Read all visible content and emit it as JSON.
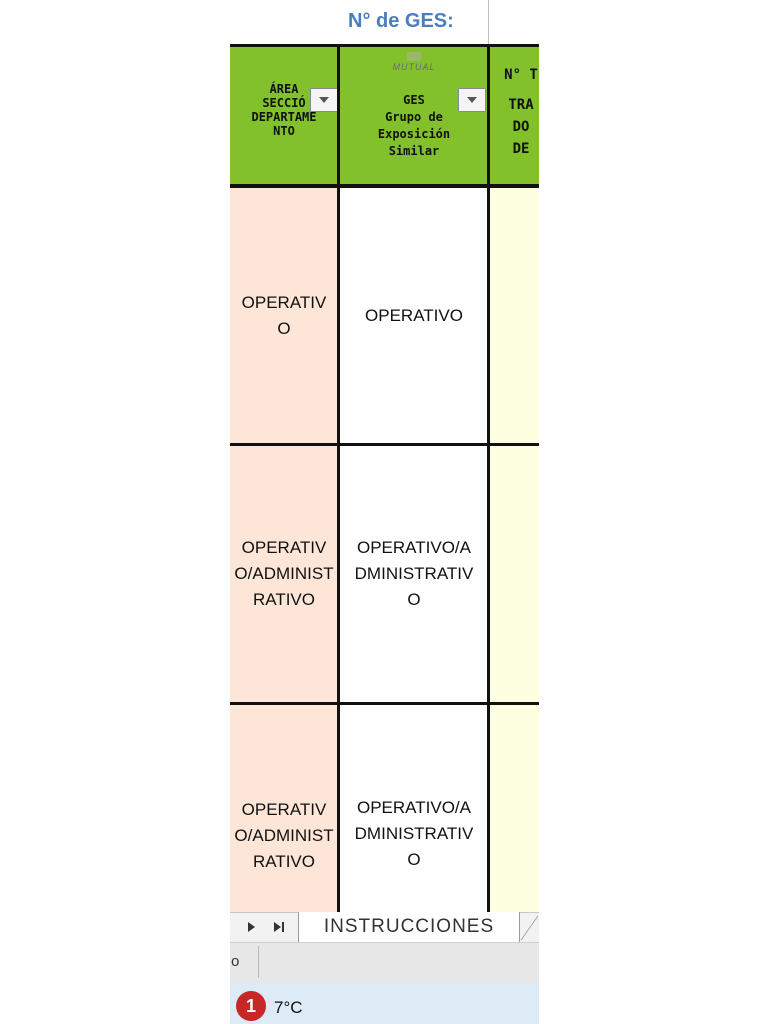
{
  "title": {
    "ges_label": "N° de GES:"
  },
  "columns": {
    "area": {
      "header_lines": [
        "ÁREA",
        "SECCIÓ",
        "DEPARTAME",
        "NTO"
      ]
    },
    "ges": {
      "logo_text": "MUTUAL",
      "header_lines": [
        "GES",
        "Grupo de",
        "Exposición",
        "Similar"
      ]
    },
    "ntrab": {
      "header_lines": [
        "N° T",
        "TRA",
        "DO",
        "DE"
      ]
    }
  },
  "rows": [
    {
      "area_lines": [
        "OPERATIV",
        "O"
      ],
      "ges_lines": [
        "OPERATIVO"
      ]
    },
    {
      "area_lines": [
        "OPERATIV",
        "O/ADMINIST",
        "RATIVO"
      ],
      "ges_lines": [
        "OPERATIVO/A",
        "DMINISTRATIV",
        "O"
      ]
    },
    {
      "area_lines": [
        "OPERATIV",
        "O/ADMINIST",
        "RATIVO"
      ],
      "ges_lines": [
        "OPERATIVO/A",
        "DMINISTRATIV",
        "O"
      ]
    }
  ],
  "sheet_tabs": {
    "active": "INSTRUCCIONES"
  },
  "statusbar": {
    "text": "o"
  },
  "taskbar": {
    "badge_count": "1",
    "temperature": "7°C"
  },
  "icons": [
    "filter-dropdown-icon",
    "scroll-next-sheet-icon",
    "scroll-last-sheet-icon",
    "notification-badge-icon"
  ],
  "colors": {
    "header_green": "#82c12c",
    "area_peach": "#fde6d8",
    "ntrab_yellow": "#fefee0",
    "title_blue": "#4a7ebf"
  }
}
